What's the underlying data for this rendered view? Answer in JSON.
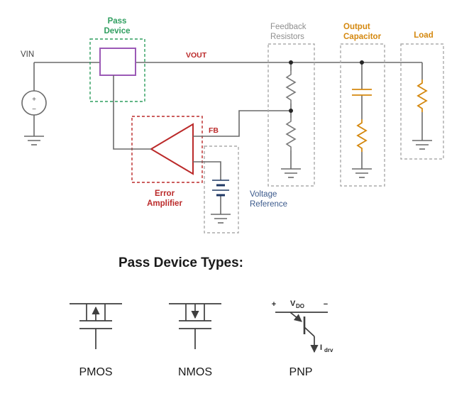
{
  "circuit": {
    "vin": "VIN",
    "vout": "VOUT",
    "fb": "FB",
    "source": {
      "plus": "+",
      "minus": "−"
    },
    "pass_device": {
      "line1": "Pass",
      "line2": "Device"
    },
    "feedback_resistors": {
      "line1": "Feedback",
      "line2": "Resistors"
    },
    "output_capacitor": {
      "line1": "Output",
      "line2": "Capacitor"
    },
    "load": "Load",
    "error_amplifier": {
      "line1": "Error",
      "line2": "Amplifier"
    },
    "voltage_reference": {
      "line1": "Voltage",
      "line2": "Reference"
    }
  },
  "section": {
    "heading": "Pass Device Types:"
  },
  "pass_device_types": {
    "pmos": "PMOS",
    "nmos": "NMOS",
    "pnp": "PNP",
    "pnp_notes": {
      "plus": "+",
      "v": "V",
      "v_sub": "DO",
      "minus": "−",
      "i": "I",
      "i_sub": "drv"
    }
  },
  "colors": {
    "pass_device_green": "#2f9e5f",
    "pass_device_purple": "#9b59b6",
    "signal_red": "#bb2a2a",
    "label_gray": "#8f8f8f",
    "output_orange": "#d4880f",
    "reference_blue": "#3c5a8c",
    "battery_navy": "#1f3864",
    "wire_gray": "#6a6a6a"
  }
}
